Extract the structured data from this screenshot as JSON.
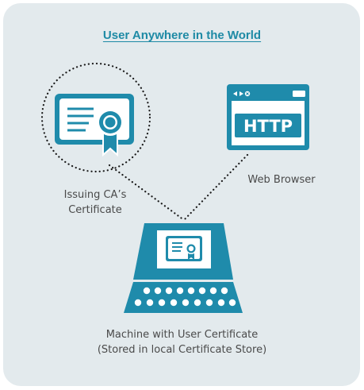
{
  "diagram": {
    "title": "User Anywhere in the World",
    "nodes": {
      "ca_certificate": {
        "label_line1": "Issuing CA’s",
        "label_line2": "Certificate"
      },
      "browser": {
        "label": "Web Browser",
        "window_text": "HTTP"
      },
      "machine": {
        "label_line1": "Machine with User Certificate",
        "label_line2": "(Stored in local Certificate Store)"
      }
    },
    "edges": [
      {
        "from": "ca_certificate",
        "to": "machine",
        "style": "dotted"
      },
      {
        "from": "browser",
        "to": "machine",
        "style": "dotted"
      }
    ]
  },
  "colors": {
    "panel_background": "#e3eaed",
    "accent": "#1e8aa5",
    "icon_fill": "#1f8bab",
    "text": "#4a4a4a",
    "line": "#1a1a1a"
  }
}
